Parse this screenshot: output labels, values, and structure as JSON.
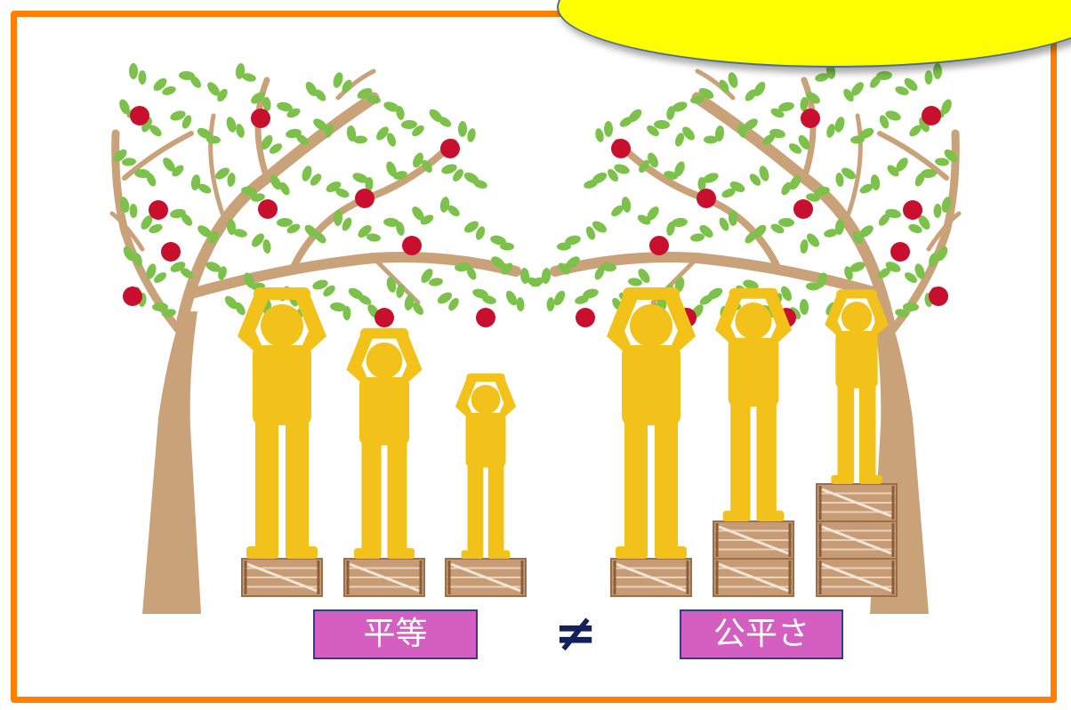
{
  "labels": {
    "equality": "平等",
    "equity": "公平さ",
    "relation_symbol": "≠"
  },
  "scenes": {
    "left": {
      "caption_key": "equality",
      "box_stacks": [
        1,
        1,
        1
      ]
    },
    "right": {
      "caption_key": "equity",
      "box_stacks": [
        1,
        2,
        3
      ]
    }
  },
  "colors": {
    "frame_border": "#ff7f00",
    "callout_fill": "#ffff00",
    "callout_border": "#4b6d97",
    "label_fill": "#d45fc1",
    "label_border": "#2b3f8c",
    "symbol": "#14205a",
    "person": "#f2c21b",
    "trunk": "#c9a27a",
    "leaf": "#7cc24a",
    "apple": "#c8102e",
    "crate": "#c79b73"
  }
}
